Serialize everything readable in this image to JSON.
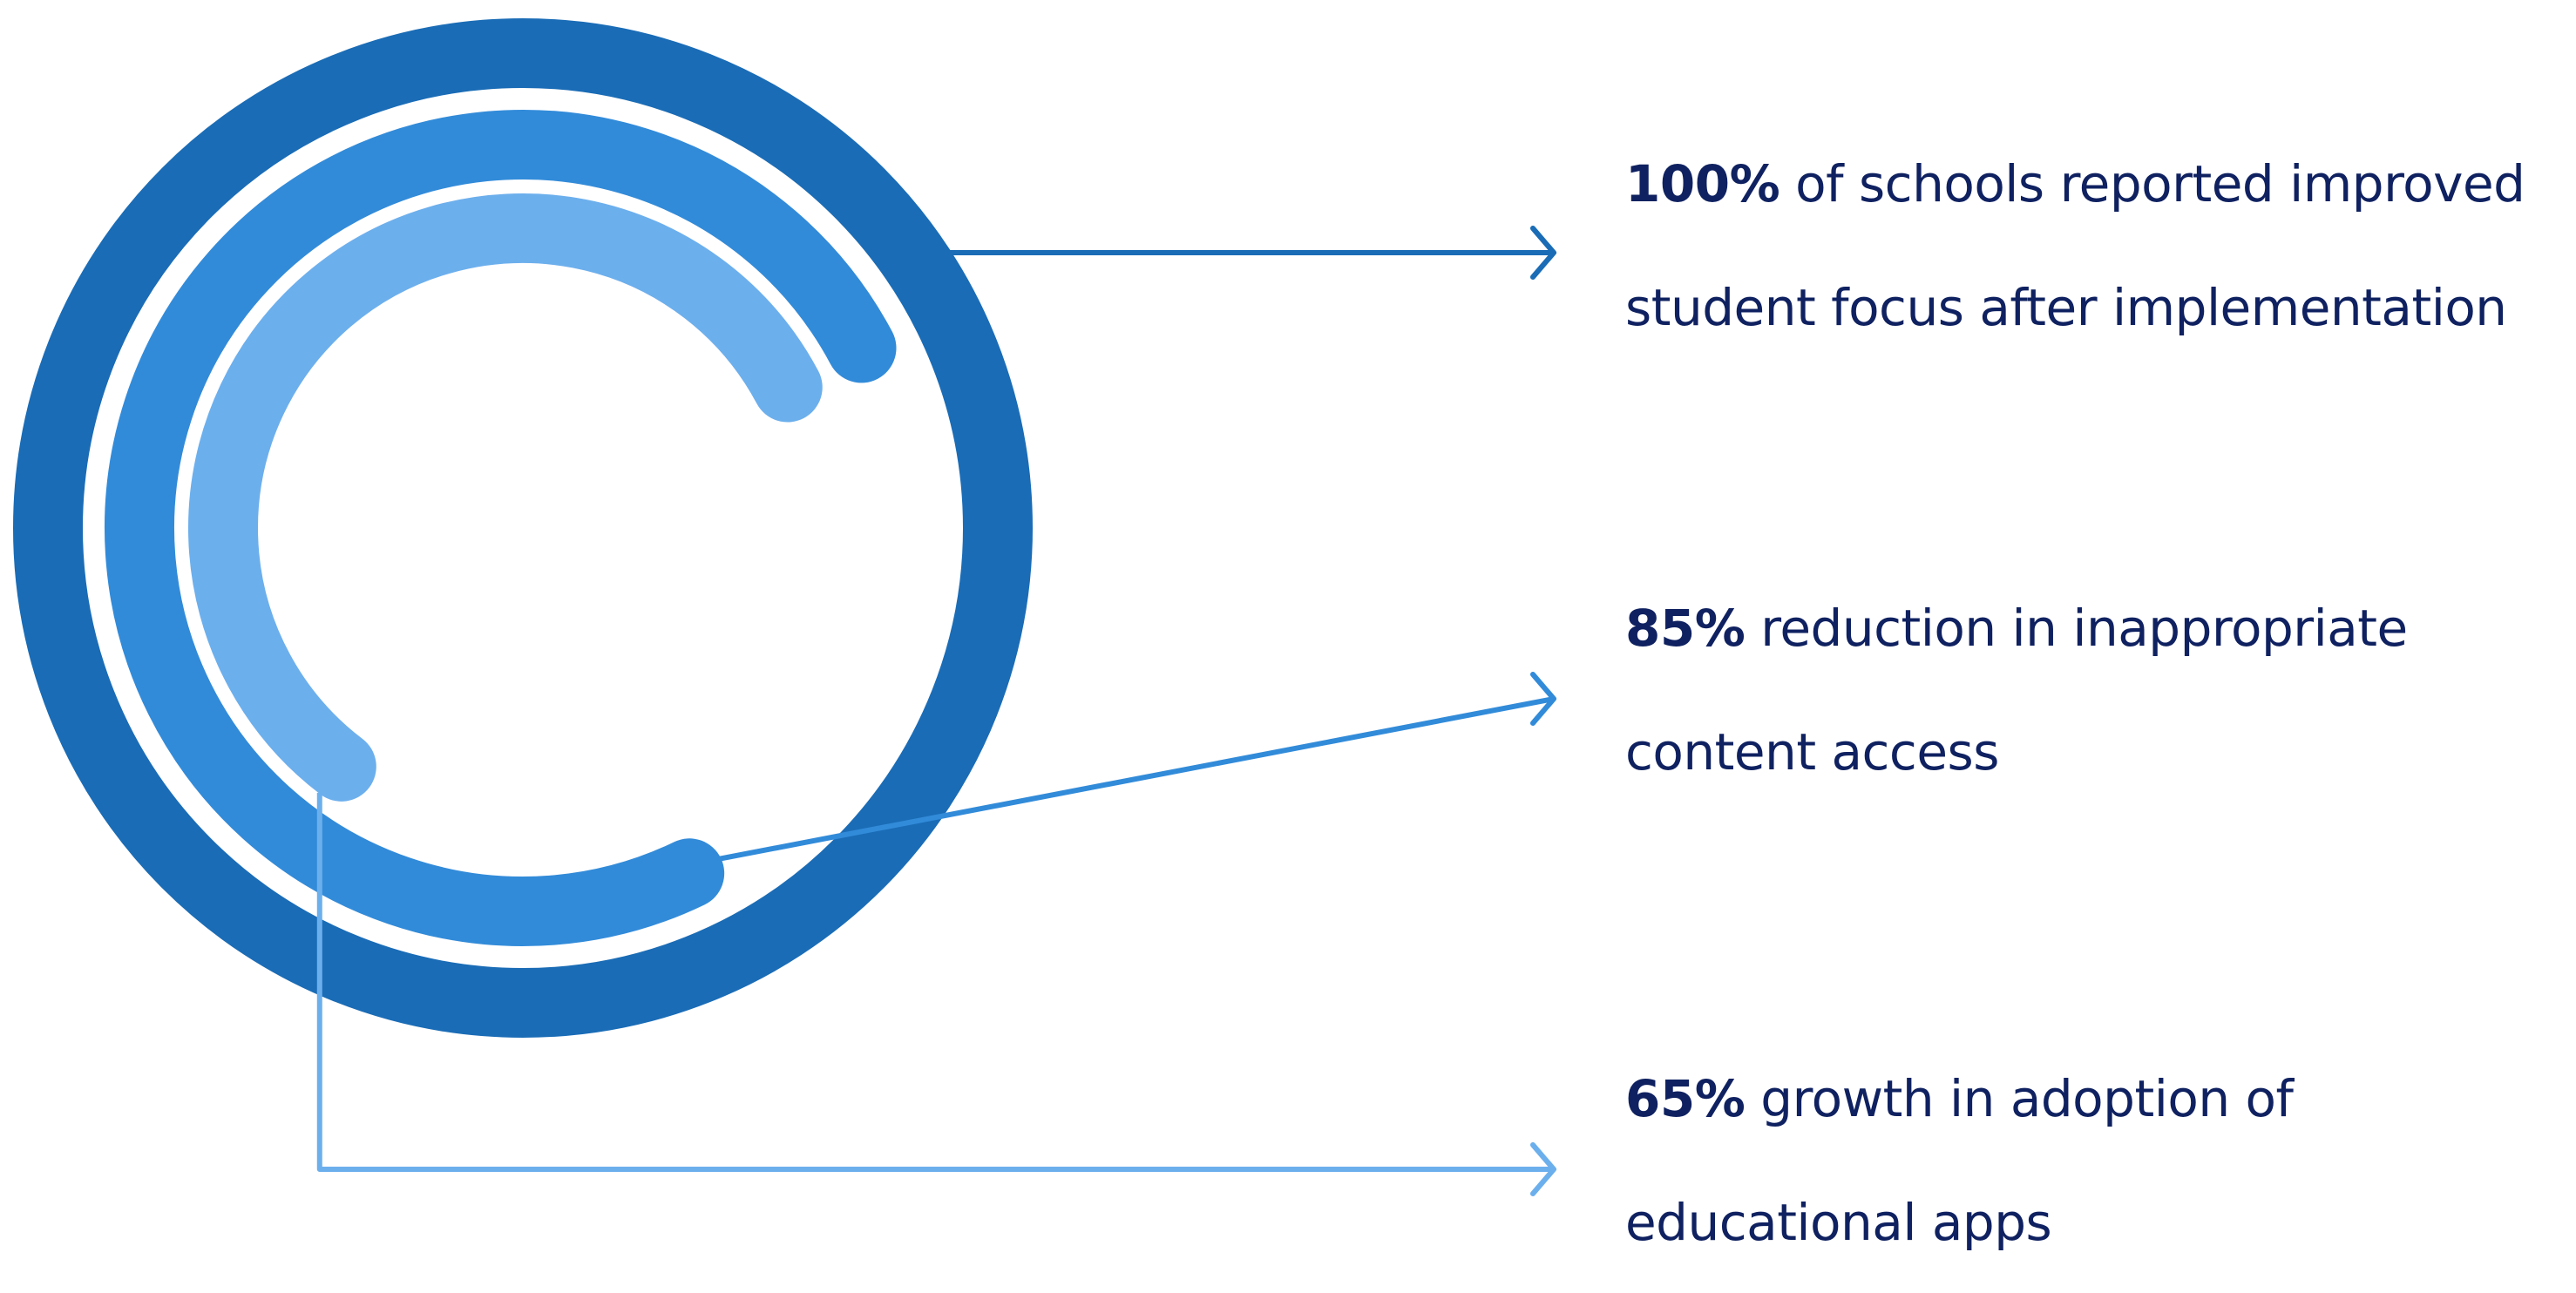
{
  "chart_data": {
    "type": "radial-bar",
    "max": 100,
    "series": [
      {
        "value": "100%",
        "percent": 100,
        "text_line1": "of schools reported improved",
        "text_line2": "student focus after implementation",
        "color": "#1a6cb6"
      },
      {
        "value": "85%",
        "percent": 85,
        "text_line1": "reduction in inappropriate",
        "text_line2": "content access",
        "color": "#328bd9"
      },
      {
        "value": "65%",
        "percent": 65,
        "text_line1": "growth in adoption of",
        "text_line2": "educational apps",
        "color": "#6cafed"
      }
    ]
  },
  "colors": {
    "text": "#0f2160",
    "background": "#ffffff"
  }
}
